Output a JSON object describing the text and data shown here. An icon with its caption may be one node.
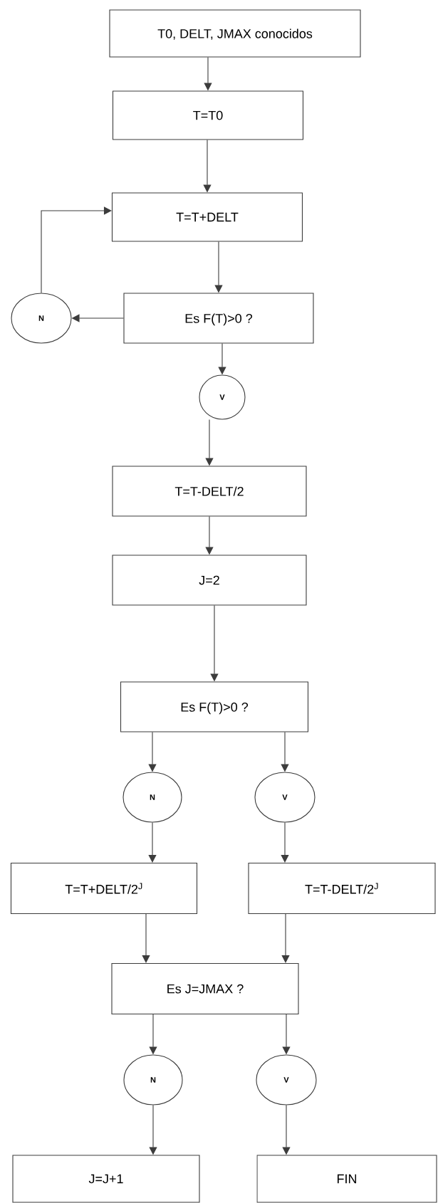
{
  "diagram": {
    "nodes": [
      {
        "text": [
          "T0, DELT, JMAX conocidos"
        ]
      },
      {
        "text": [
          "T=T0"
        ]
      },
      {
        "text": [
          "T=T+DELT"
        ]
      },
      {
        "text": [
          "Es F(T)>0 ?"
        ]
      },
      {
        "text": [
          "N"
        ]
      },
      {
        "text": [
          "V"
        ]
      },
      {
        "text": [
          "T=T-DELT/2"
        ]
      },
      {
        "text": [
          "J=2"
        ]
      },
      {
        "text": [
          "Es F(T)>0 ?"
        ]
      },
      {
        "text": [
          "N"
        ]
      },
      {
        "text": [
          "V"
        ]
      },
      {
        "text": [
          "T=T+DELT/2$^{J}$"
        ]
      },
      {
        "text": [
          "T=T-DELT/2$^{J}$"
        ]
      },
      {
        "text": [
          "Es J=JMAX ?"
        ]
      },
      {
        "text": [
          "N"
        ]
      },
      {
        "text": [
          "V"
        ]
      },
      {
        "text": [
          "J=J+1"
        ]
      },
      {
        "text": [
          "FIN"
        ]
      }
    ],
    "edges": [
      {
        "from": 0,
        "to": 1,
        "arrow": "to"
      },
      {
        "from": 1,
        "to": 2,
        "arrow": "to"
      },
      {
        "from": 2,
        "to": 3,
        "arrow": "to"
      },
      {
        "from": 3,
        "to": 4,
        "arrow": "to"
      },
      {
        "from": 4,
        "to": 2,
        "arrow": "to"
      },
      {
        "from": 3,
        "to": 5,
        "arrow": "to"
      },
      {
        "from": 5,
        "to": 6,
        "arrow": "to"
      },
      {
        "from": 6,
        "to": 7,
        "arrow": "to"
      },
      {
        "from": 7,
        "to": 8,
        "arrow": "to"
      },
      {
        "from": 8,
        "to": 9,
        "arrow": "to"
      },
      {
        "from": 8,
        "to": 10,
        "arrow": "to"
      },
      {
        "from": 9,
        "to": 11,
        "arrow": "to"
      },
      {
        "from": 10,
        "to": 12,
        "arrow": "to"
      },
      {
        "from": 11,
        "to": 13,
        "arrow": "to"
      },
      {
        "from": 12,
        "to": 13,
        "arrow": "to"
      },
      {
        "from": 13,
        "to": 14,
        "arrow": "to"
      },
      {
        "from": 13,
        "to": 15,
        "arrow": "to"
      },
      {
        "from": 14,
        "to": 16,
        "arrow": "to"
      },
      {
        "from": 15,
        "to": 17,
        "arrow": "to"
      }
    ]
  }
}
